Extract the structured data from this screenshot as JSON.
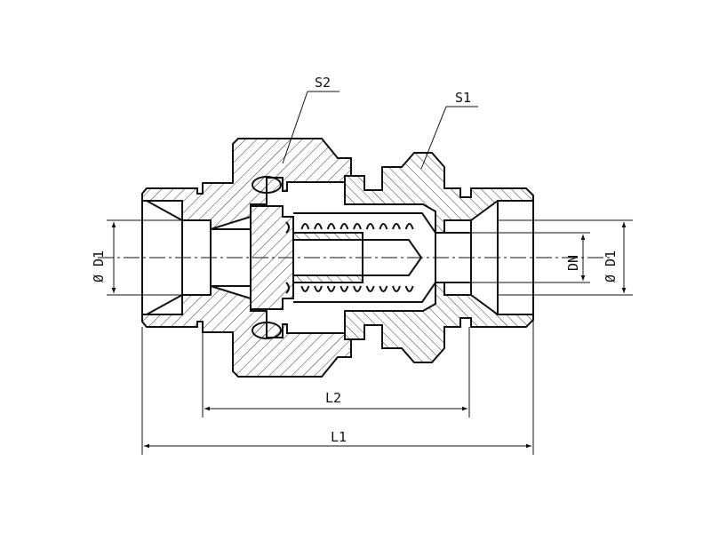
{
  "drawing": {
    "labels": {
      "s2": "S2",
      "s1": "S1",
      "l2": "L2",
      "l1": "L1",
      "dn": "DN",
      "d1_left": "Ø D1",
      "d1_right": "Ø D1"
    },
    "colors": {
      "line": "#111111",
      "hatch": "#222222",
      "background": "#ffffff"
    }
  }
}
